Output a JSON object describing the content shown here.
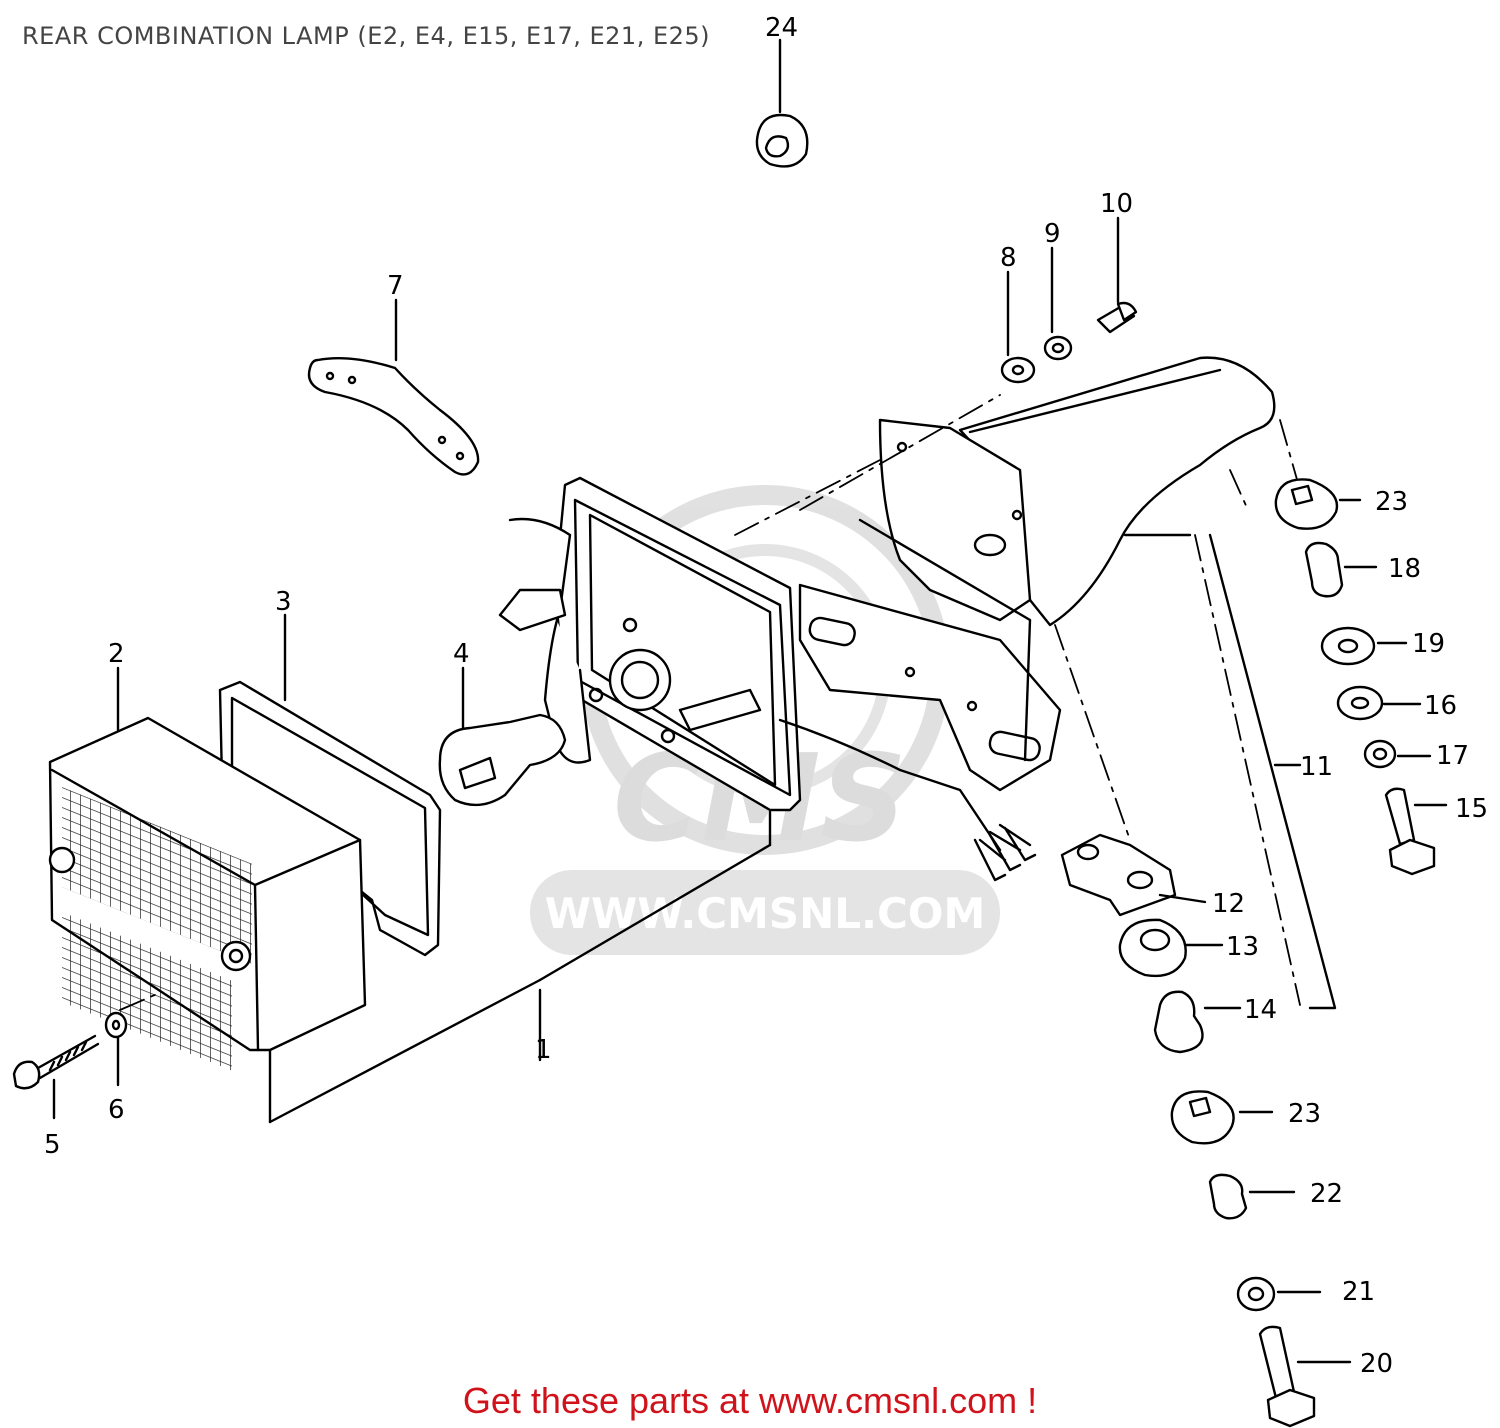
{
  "title": "REAR COMBINATION LAMP (E2, E4, E15, E17, E21, E25)",
  "watermark": "WWW.CMSNL.COM",
  "footer": "Get these parts at www.cmsnl.com !",
  "parts": [
    "1",
    "2",
    "3",
    "4",
    "5",
    "6",
    "7",
    "8",
    "9",
    "10",
    "11",
    "12",
    "13",
    "14",
    "15",
    "16",
    "17",
    "18",
    "19",
    "20",
    "21",
    "22",
    "23",
    "23",
    "24"
  ]
}
